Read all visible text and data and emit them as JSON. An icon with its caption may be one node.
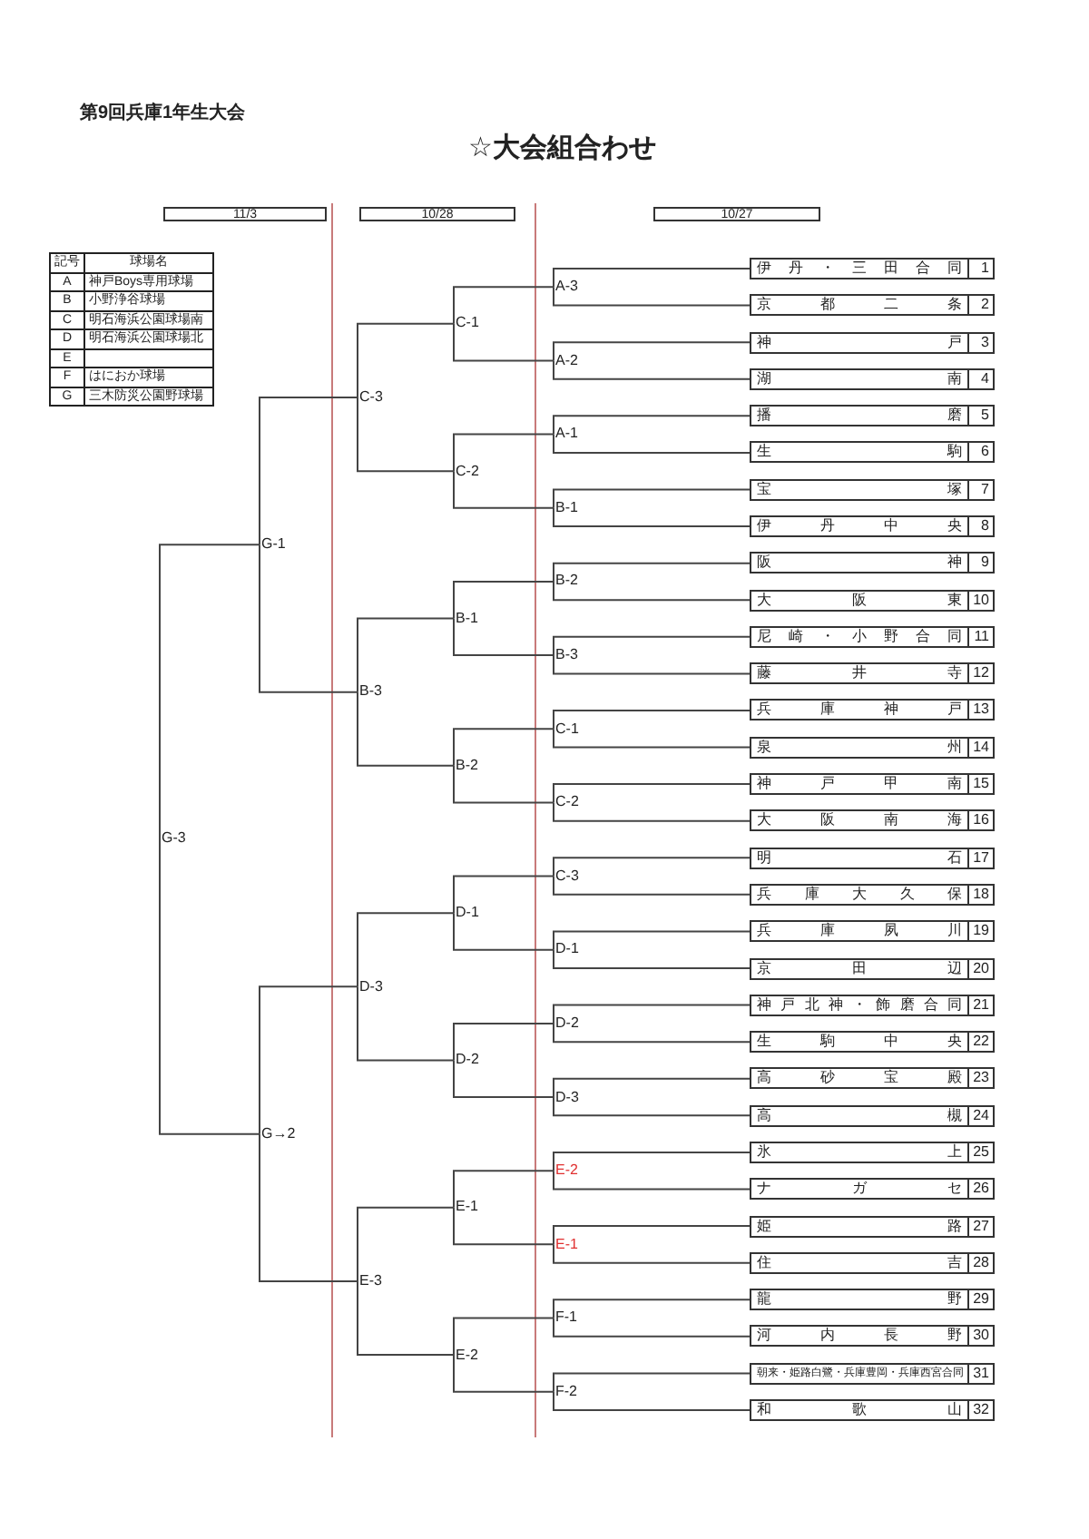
{
  "diagram": {
    "title": "☆大会組合わせ",
    "nodes": [
      {
        "text": [
          "伊丹・三田合同",
          "1"
        ]
      },
      {
        "text": [
          "京都二条",
          "2"
        ]
      },
      {
        "text": [
          "神戸",
          "3"
        ]
      },
      {
        "text": [
          "湖南",
          "4"
        ]
      },
      {
        "text": [
          "播磨",
          "5"
        ]
      },
      {
        "text": [
          "生駒",
          "6"
        ]
      },
      {
        "text": [
          "宝塚",
          "7"
        ]
      },
      {
        "text": [
          "伊丹中央",
          "8"
        ]
      },
      {
        "text": [
          "阪神",
          "9"
        ]
      },
      {
        "text": [
          "大阪東",
          "10"
        ]
      },
      {
        "text": [
          "尼崎・小野合同",
          "11"
        ]
      },
      {
        "text": [
          "藤井寺",
          "12"
        ]
      },
      {
        "text": [
          "兵庫神戸",
          "13"
        ]
      },
      {
        "text": [
          "泉州",
          "14"
        ]
      },
      {
        "text": [
          "神戸甲南",
          "15"
        ]
      },
      {
        "text": [
          "大阪南海",
          "16"
        ]
      },
      {
        "text": [
          "明石",
          "17"
        ]
      },
      {
        "text": [
          "兵庫大久保",
          "18"
        ]
      },
      {
        "text": [
          "兵庫夙川",
          "19"
        ]
      },
      {
        "text": [
          "京田辺",
          "20"
        ]
      },
      {
        "text": [
          "神戸北神・飾磨合同",
          "21"
        ]
      },
      {
        "text": [
          "生駒中央",
          "22"
        ]
      },
      {
        "text": [
          "高砂宝殿",
          "23"
        ]
      },
      {
        "text": [
          "高槻",
          "24"
        ]
      },
      {
        "text": [
          "氷上",
          "25"
        ]
      },
      {
        "text": [
          "ナガセ",
          "26"
        ]
      },
      {
        "text": [
          "姫路",
          "27"
        ]
      },
      {
        "text": [
          "住吉",
          "28"
        ]
      },
      {
        "text": [
          "龍野",
          "29"
        ]
      },
      {
        "text": [
          "河内長野",
          "30"
        ]
      },
      {
        "text": [
          "朝来・姫路白鷺・兵庫豊岡・兵庫西宮合同",
          "31"
        ]
      },
      {
        "text": [
          "和歌山",
          "32"
        ]
      },
      {
        "text": [
          "A-3"
        ]
      },
      {
        "text": [
          "A-2"
        ]
      },
      {
        "text": [
          "A-1"
        ]
      },
      {
        "text": [
          "B-1"
        ]
      },
      {
        "text": [
          "B-2"
        ]
      },
      {
        "text": [
          "B-3"
        ]
      },
      {
        "text": [
          "C-1"
        ]
      },
      {
        "text": [
          "C-2"
        ]
      },
      {
        "text": [
          "C-3"
        ]
      },
      {
        "text": [
          "D-1"
        ]
      },
      {
        "text": [
          "D-2"
        ]
      },
      {
        "text": [
          "D-3"
        ]
      },
      {
        "text": [
          "E-2"
        ]
      },
      {
        "text": [
          "E-1"
        ]
      },
      {
        "text": [
          "F-1"
        ]
      },
      {
        "text": [
          "F-2"
        ]
      },
      {
        "text": [
          "C-1"
        ]
      },
      {
        "text": [
          "C-2"
        ]
      },
      {
        "text": [
          "B-1"
        ]
      },
      {
        "text": [
          "B-2"
        ]
      },
      {
        "text": [
          "D-1"
        ]
      },
      {
        "text": [
          "D-2"
        ]
      },
      {
        "text": [
          "E-1"
        ]
      },
      {
        "text": [
          "E-2"
        ]
      },
      {
        "text": [
          "C-3"
        ]
      },
      {
        "text": [
          "B-3"
        ]
      },
      {
        "text": [
          "D-3"
        ]
      },
      {
        "text": [
          "E-3"
        ]
      },
      {
        "text": [
          "G-1"
        ]
      },
      {
        "text": [
          "G→2"
        ]
      },
      {
        "text": [
          "G-3"
        ]
      }
    ],
    "edges": [
      {
        "from": 0,
        "to": 32,
        "arrow": "none"
      },
      {
        "from": 1,
        "to": 32,
        "arrow": "none"
      },
      {
        "from": 2,
        "to": 33,
        "arrow": "none"
      },
      {
        "from": 3,
        "to": 33,
        "arrow": "none"
      },
      {
        "from": 4,
        "to": 34,
        "arrow": "none"
      },
      {
        "from": 5,
        "to": 34,
        "arrow": "none"
      },
      {
        "from": 6,
        "to": 35,
        "arrow": "none"
      },
      {
        "from": 7,
        "to": 35,
        "arrow": "none"
      },
      {
        "from": 8,
        "to": 36,
        "arrow": "none"
      },
      {
        "from": 9,
        "to": 36,
        "arrow": "none"
      },
      {
        "from": 10,
        "to": 37,
        "arrow": "none"
      },
      {
        "from": 11,
        "to": 37,
        "arrow": "none"
      },
      {
        "from": 12,
        "to": 38,
        "arrow": "none"
      },
      {
        "from": 13,
        "to": 38,
        "arrow": "none"
      },
      {
        "from": 14,
        "to": 39,
        "arrow": "none"
      },
      {
        "from": 15,
        "to": 39,
        "arrow": "none"
      },
      {
        "from": 16,
        "to": 40,
        "arrow": "none"
      },
      {
        "from": 17,
        "to": 40,
        "arrow": "none"
      },
      {
        "from": 18,
        "to": 41,
        "arrow": "none"
      },
      {
        "from": 19,
        "to": 41,
        "arrow": "none"
      },
      {
        "from": 20,
        "to": 42,
        "arrow": "none"
      },
      {
        "from": 21,
        "to": 42,
        "arrow": "none"
      },
      {
        "from": 22,
        "to": 43,
        "arrow": "none"
      },
      {
        "from": 23,
        "to": 43,
        "arrow": "none"
      },
      {
        "from": 24,
        "to": 44,
        "arrow": "none"
      },
      {
        "from": 25,
        "to": 44,
        "arrow": "none"
      },
      {
        "from": 26,
        "to": 45,
        "arrow": "none"
      },
      {
        "from": 27,
        "to": 45,
        "arrow": "none"
      },
      {
        "from": 28,
        "to": 46,
        "arrow": "none"
      },
      {
        "from": 29,
        "to": 46,
        "arrow": "none"
      },
      {
        "from": 30,
        "to": 47,
        "arrow": "none"
      },
      {
        "from": 31,
        "to": 47,
        "arrow": "none"
      },
      {
        "from": 32,
        "to": 48,
        "arrow": "none"
      },
      {
        "from": 33,
        "to": 48,
        "arrow": "none"
      },
      {
        "from": 34,
        "to": 49,
        "arrow": "none"
      },
      {
        "from": 35,
        "to": 49,
        "arrow": "none"
      },
      {
        "from": 36,
        "to": 50,
        "arrow": "none"
      },
      {
        "from": 37,
        "to": 50,
        "arrow": "none"
      },
      {
        "from": 38,
        "to": 51,
        "arrow": "none"
      },
      {
        "from": 39,
        "to": 51,
        "arrow": "none"
      },
      {
        "from": 40,
        "to": 52,
        "arrow": "none"
      },
      {
        "from": 41,
        "to": 52,
        "arrow": "none"
      },
      {
        "from": 42,
        "to": 53,
        "arrow": "none"
      },
      {
        "from": 43,
        "to": 53,
        "arrow": "none"
      },
      {
        "from": 44,
        "to": 54,
        "arrow": "none"
      },
      {
        "from": 45,
        "to": 54,
        "arrow": "none"
      },
      {
        "from": 46,
        "to": 55,
        "arrow": "none"
      },
      {
        "from": 47,
        "to": 55,
        "arrow": "none"
      },
      {
        "from": 48,
        "to": 56,
        "arrow": "none"
      },
      {
        "from": 49,
        "to": 56,
        "arrow": "none"
      },
      {
        "from": 50,
        "to": 57,
        "arrow": "none"
      },
      {
        "from": 51,
        "to": 57,
        "arrow": "none"
      },
      {
        "from": 52,
        "to": 58,
        "arrow": "none"
      },
      {
        "from": 53,
        "to": 58,
        "arrow": "none"
      },
      {
        "from": 54,
        "to": 59,
        "arrow": "none"
      },
      {
        "from": 55,
        "to": 59,
        "arrow": "none"
      },
      {
        "from": 56,
        "to": 60,
        "arrow": "none"
      },
      {
        "from": 57,
        "to": 60,
        "arrow": "none"
      },
      {
        "from": 58,
        "to": 61,
        "arrow": "none"
      },
      {
        "from": 59,
        "to": 61,
        "arrow": "none"
      },
      {
        "from": 60,
        "to": 62,
        "arrow": "none"
      },
      {
        "from": 61,
        "to": 62,
        "arrow": "none"
      }
    ],
    "labels": [
      "第9回兵庫1年生大会",
      "11/3",
      "10/28",
      "10/27",
      "記号",
      "球場名",
      "A",
      "神戸Boys専用球場",
      "B",
      "小野浄谷球場",
      "C",
      "明石海浜公園球場南",
      "D",
      "明石海浜公園球場北",
      "E",
      "F",
      "はにおか球場",
      "G",
      "三木防災公園野球場"
    ]
  }
}
